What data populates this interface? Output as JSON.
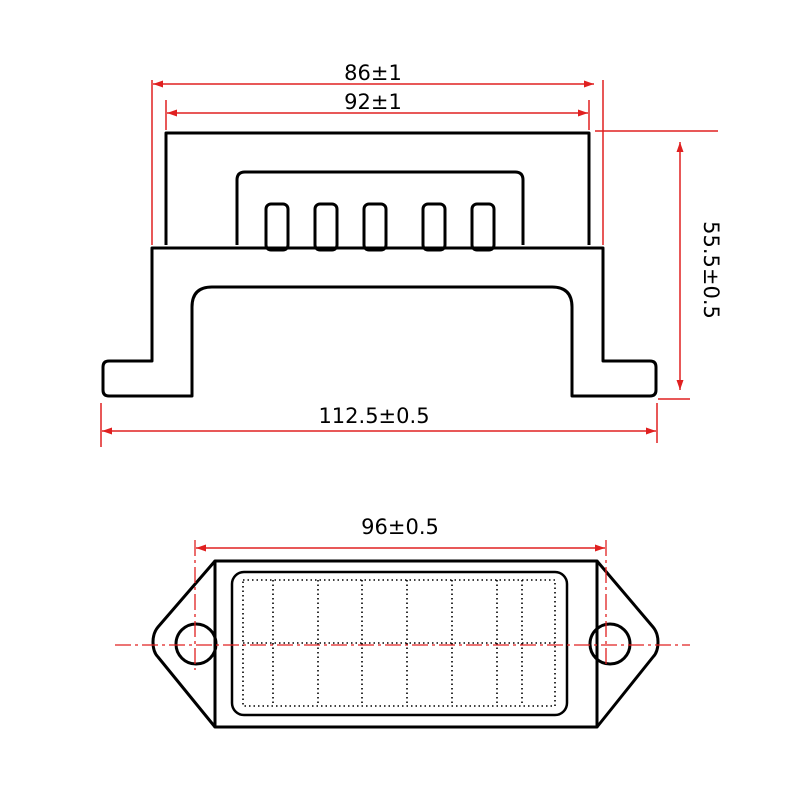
{
  "colors": {
    "outline": "#000000",
    "dimension": "#e02020"
  },
  "dimensions": {
    "width_outer": "86±1",
    "width_inner": "92±1",
    "height": "55.5±0.5",
    "base_width": "112.5±0.5",
    "hole_spacing": "96±0.5"
  }
}
